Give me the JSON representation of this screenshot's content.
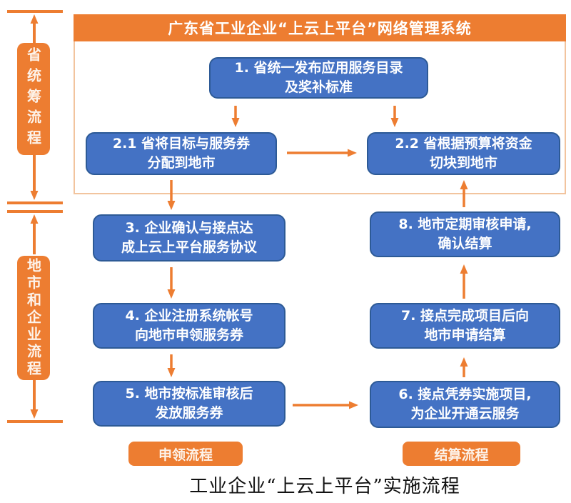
{
  "banner": {
    "title": "广东省工业企业“上云上平台”网络管理系统"
  },
  "left_rail": {
    "sections": [
      {
        "label": "省统筹流程"
      },
      {
        "label": "地市和企业流程"
      }
    ]
  },
  "flow": {
    "steps": [
      {
        "id": "1",
        "text": "1. 省统一发布应用服务目录\n及奖补标准"
      },
      {
        "id": "2.1",
        "text": "2.1 省将目标与服务券\n分配到地市"
      },
      {
        "id": "2.2",
        "text": "2.2 省根据预算将资金\n切块到地市"
      },
      {
        "id": "3",
        "text": "3. 企业确认与接点达\n成上云上平台服务协议"
      },
      {
        "id": "4",
        "text": "4. 企业注册系统帐号\n向地市申领服务券"
      },
      {
        "id": "5",
        "text": "5. 地市按标准审核后\n发放服务券"
      },
      {
        "id": "6",
        "text": "6. 接点凭券实施项目,\n为企业开通云服务"
      },
      {
        "id": "7",
        "text": "7. 接点完成项目后向\n地市申请结算"
      },
      {
        "id": "8",
        "text": "8. 地市定期审核申请,\n确认结算"
      }
    ]
  },
  "tags": {
    "apply": "申领流程",
    "settle": "结算流程"
  },
  "caption": "工业企业“上云上平台”实施流程",
  "colors": {
    "orange": "#ed7d31",
    "blue_fill": "#4472c4",
    "blue_border": "#2d5a96",
    "frame_border": "#f2c49e",
    "text_on_fill": "#ffffff",
    "caption_text": "#111111"
  }
}
